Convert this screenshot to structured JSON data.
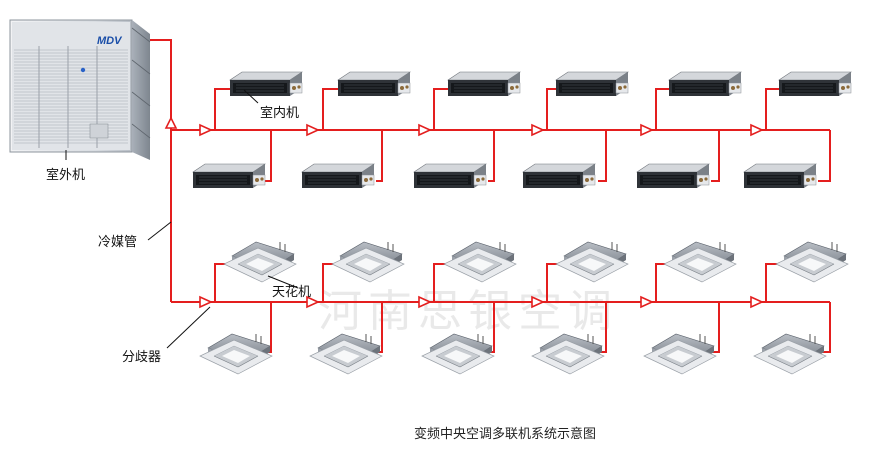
{
  "labels": {
    "outdoor_unit": "室外机",
    "indoor_unit": "室内机",
    "refrigerant_pipe": "冷媒管",
    "ceiling_unit": "天花机",
    "branch_joint": "分歧器"
  },
  "caption": "变频中央空调多联机系统示意图",
  "watermark": "河南思银空调",
  "brand_logo": "MDV",
  "colors": {
    "pipe": "#e41e1e",
    "leader": "#111111",
    "watermark": "#d8d8d8"
  },
  "layout": {
    "duct_units_per_row": 6,
    "cassette_units_per_row": 6,
    "rows": [
      "duct-upper",
      "duct-lower",
      "cassette-upper",
      "cassette-lower"
    ]
  }
}
